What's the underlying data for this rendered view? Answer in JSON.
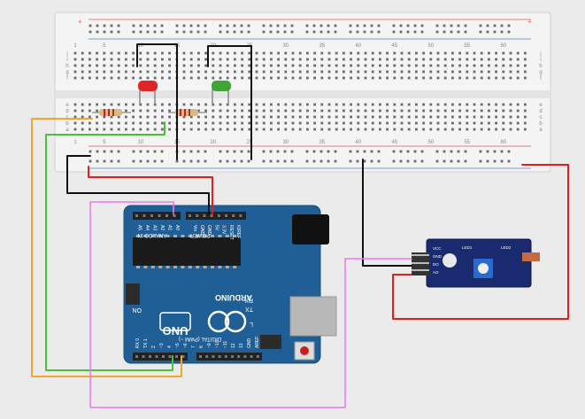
{
  "breadboard": {
    "column_numbers": [
      "1",
      "5",
      "10",
      "15",
      "20",
      "25",
      "30",
      "35",
      "40",
      "45",
      "50",
      "55",
      "60"
    ],
    "row_letters_top": [
      "j",
      "i",
      "h",
      "g",
      "f"
    ],
    "row_letters_bottom": [
      "e",
      "d",
      "c",
      "b",
      "a"
    ],
    "rail_plus": "+",
    "rail_minus": "-"
  },
  "arduino": {
    "brand": "ARDUINO",
    "model": "UNO",
    "on_label": "ON",
    "digital_label": "DIGITAL (PWM ~)",
    "analog_label": "ANALOG IN",
    "power_label": "POWER",
    "tx_label": "TX",
    "rx_label": "RX",
    "l_label": "L",
    "power_pins": [
      "IOREF",
      "RESET",
      "3.3V",
      "5V",
      "GND",
      "GND",
      "Vin"
    ],
    "analog_pins": [
      "A0",
      "A1",
      "A2",
      "A3",
      "A4",
      "A5"
    ],
    "digital_pins": [
      "AREF",
      "GND",
      "13",
      "12",
      "~11",
      "~10",
      "~9",
      "8",
      "7",
      "~6",
      "~5",
      "4",
      "~3",
      "2",
      "TX 1",
      "RX 0"
    ]
  },
  "sensor": {
    "pin_labels": [
      "VCC",
      "GND",
      "DO",
      "AO"
    ],
    "led_labels": [
      "LED1",
      "LED2"
    ]
  },
  "colors": {
    "breadboard": "#f2f2f2",
    "rail_red": "#e08080",
    "rail_blue": "#7a9ad0",
    "arduino_blue": "#1f5f96",
    "sensor_blue": "#1a2a6e",
    "wire_black": "#111111",
    "wire_red": "#e02020",
    "wire_orange": "#f5a531",
    "wire_green": "#4cbf3a",
    "wire_pink": "#f078f0",
    "led_red": "#e02424",
    "led_green": "#3fa535"
  }
}
